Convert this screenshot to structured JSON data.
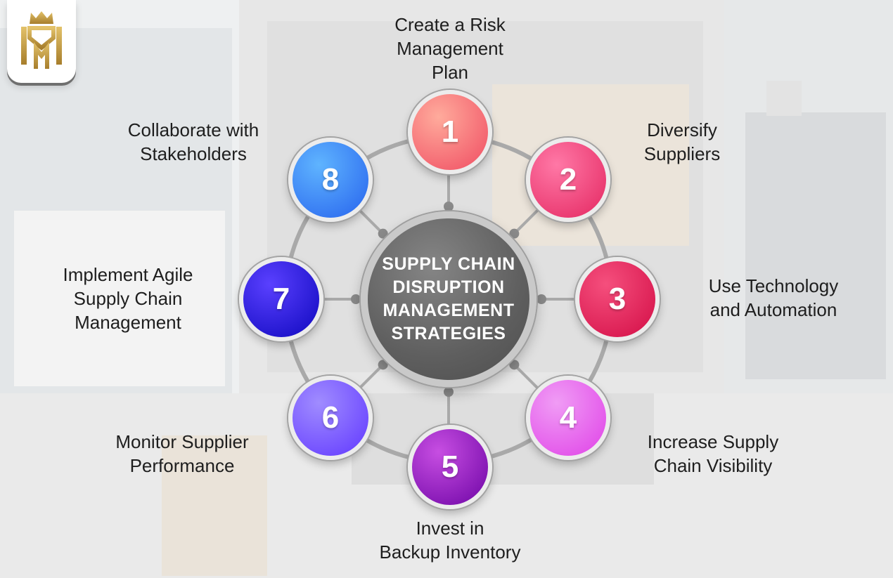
{
  "center": {
    "title_lines": [
      "SUPPLY CHAIN",
      "DISRUPTION",
      "MANAGEMENT",
      "STRATEGIES"
    ]
  },
  "strategies": [
    {
      "number": "1",
      "lines": [
        "Create a Risk",
        "Management",
        "Plan"
      ],
      "color_from": "#ffab9c",
      "color_to": "#f25a6a"
    },
    {
      "number": "2",
      "lines": [
        "Diversify",
        "Suppliers"
      ],
      "color_from": "#ff78a6",
      "color_to": "#e8336b"
    },
    {
      "number": "3",
      "lines": [
        "Use Technology",
        "and Automation"
      ],
      "color_from": "#f54f7d",
      "color_to": "#d8174e"
    },
    {
      "number": "4",
      "lines": [
        "Increase Supply",
        "Chain Visibility"
      ],
      "color_from": "#f09cf5",
      "color_to": "#e24fe9"
    },
    {
      "number": "5",
      "lines": [
        "Invest in",
        "Backup Inventory"
      ],
      "color_from": "#c74ee2",
      "color_to": "#7b0fae"
    },
    {
      "number": "6",
      "lines": [
        "Monitor Supplier",
        "Performance"
      ],
      "color_from": "#a08cff",
      "color_to": "#6a44ff"
    },
    {
      "number": "7",
      "lines": [
        "Implement Agile",
        "Supply Chain",
        "Management"
      ],
      "color_from": "#5a40ff",
      "color_to": "#1a10c8"
    },
    {
      "number": "8",
      "lines": [
        "Collaborate with",
        "Stakeholders"
      ],
      "color_from": "#5fb4ff",
      "color_to": "#2f6ff0"
    }
  ],
  "logo": {
    "icon": "shield-crown-icon",
    "color": "#c9a24a"
  }
}
